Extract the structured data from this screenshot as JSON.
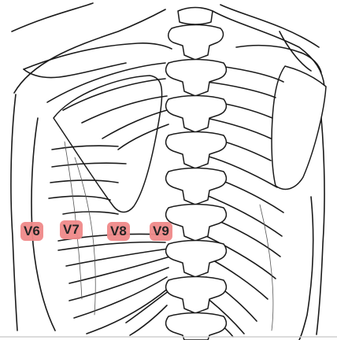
{
  "leads": [
    {
      "id": "v6",
      "label": "V6"
    },
    {
      "id": "v7",
      "label": "V7"
    },
    {
      "id": "v8",
      "label": "V8"
    },
    {
      "id": "v9",
      "label": "V9"
    }
  ],
  "colors": {
    "label_fill": "#f08a8a",
    "line": "#1a1a1a",
    "background": "#ffffff"
  }
}
